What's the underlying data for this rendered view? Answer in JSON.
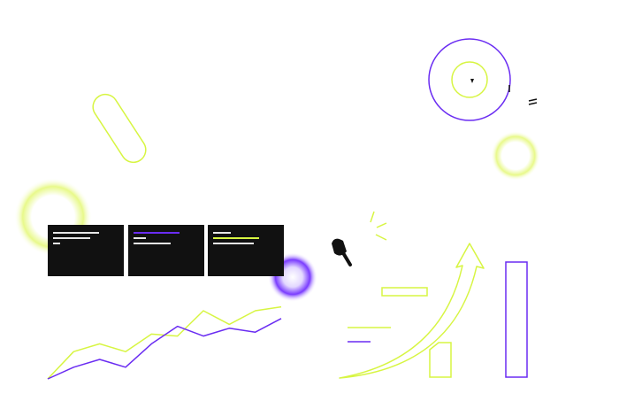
{
  "palette": {
    "lime": "#d7f542",
    "purple": "#6a2cf2",
    "card": "#111111",
    "ink": "#111111",
    "line_light": "#e6e6e6"
  },
  "icons": {
    "megaphone": "megaphone-icon",
    "target": "target-icon",
    "growth_arrow": "growth-arrow-icon",
    "spark": "spark-icon"
  },
  "cards": [
    {
      "accent": "#e6e6e6"
    },
    {
      "accent": "#6a2cf2"
    },
    {
      "accent": "#d7f542"
    }
  ],
  "chart_data": {
    "type": "line",
    "series": [
      {
        "color": "#d7f542",
        "values": [
          0,
          28,
          36,
          28,
          46,
          44,
          70,
          56,
          70,
          74
        ]
      },
      {
        "color": "#6a2cf2",
        "values": [
          0,
          12,
          20,
          12,
          36,
          54,
          44,
          52,
          48,
          62
        ]
      }
    ],
    "ylim": [
      0,
      100
    ],
    "grid": false
  }
}
